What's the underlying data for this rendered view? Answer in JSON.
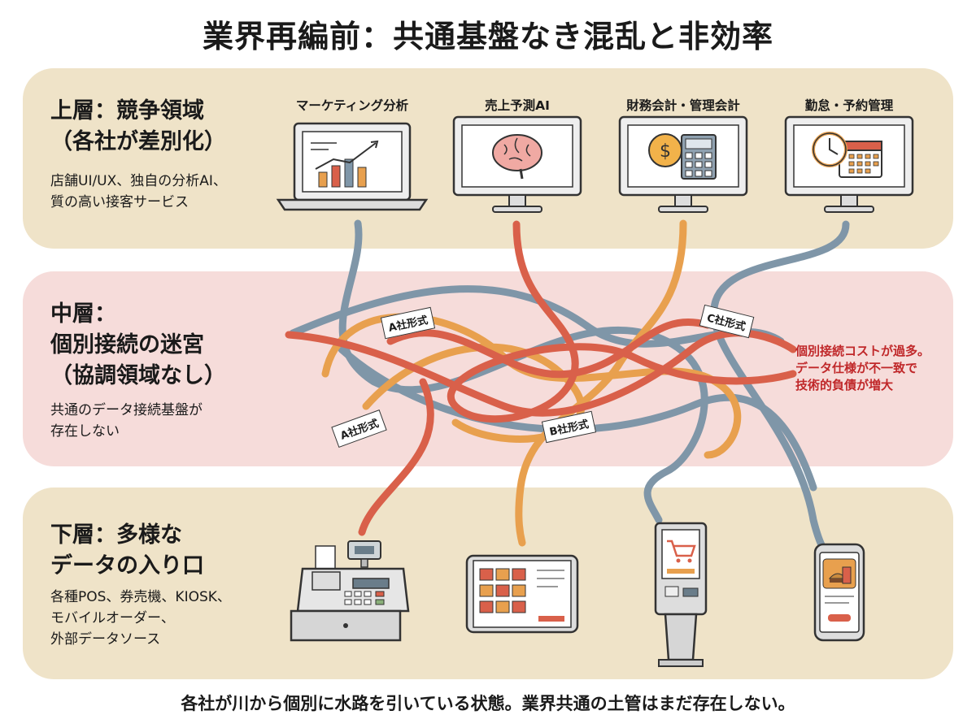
{
  "title": "業界再編前：共通基盤なき混乱と非効率",
  "layers": {
    "top": {
      "heading_line1": "上層：競争領域",
      "heading_line2": "（各社が差別化）",
      "desc_line1": "店舗UI/UX、独自の分析AI、",
      "desc_line2": "質の高い接客サービス",
      "apps": [
        {
          "label": "マーケティング分析",
          "icon": "chart-laptop-icon"
        },
        {
          "label": "売上予測AI",
          "icon": "brain-icon"
        },
        {
          "label": "財務会計・管理会計",
          "icon": "coin-calculator-icon"
        },
        {
          "label": "勤怠・予約管理",
          "icon": "clock-calendar-icon"
        }
      ]
    },
    "middle": {
      "heading_line1": "中層：",
      "heading_line2": "個別接続の迷宮",
      "heading_line3": "（協調領域なし）",
      "desc_line1": "共通のデータ接続基盤が",
      "desc_line2": "存在しない",
      "tags": [
        "A社形式",
        "C社形式",
        "A社形式",
        "B社形式"
      ],
      "note_line1": "個別接続コストが過多。",
      "note_line2": "データ仕様が不一致で",
      "note_line3": "技術的負債が増大"
    },
    "bottom": {
      "heading_line1": "下層：多様な",
      "heading_line2": "データの入り口",
      "desc_line1": "各種POS、券売機、KIOSK、",
      "desc_line2": "モバイルオーダー、",
      "desc_line3": "外部データソース",
      "devices": [
        "pos-register-icon",
        "tablet-pos-icon",
        "kiosk-icon",
        "mobile-order-icon"
      ]
    }
  },
  "footer": "各社が川から個別に水路を引いている状態。業界共通の土管はまだ存在しない。",
  "colors": {
    "band_beige": "#efe3c8",
    "band_pink": "#f6dcda",
    "note_red": "#c0282a",
    "cable_red": "#d9604a",
    "cable_orange": "#e8a04e",
    "cable_blue": "#7f96a8"
  }
}
